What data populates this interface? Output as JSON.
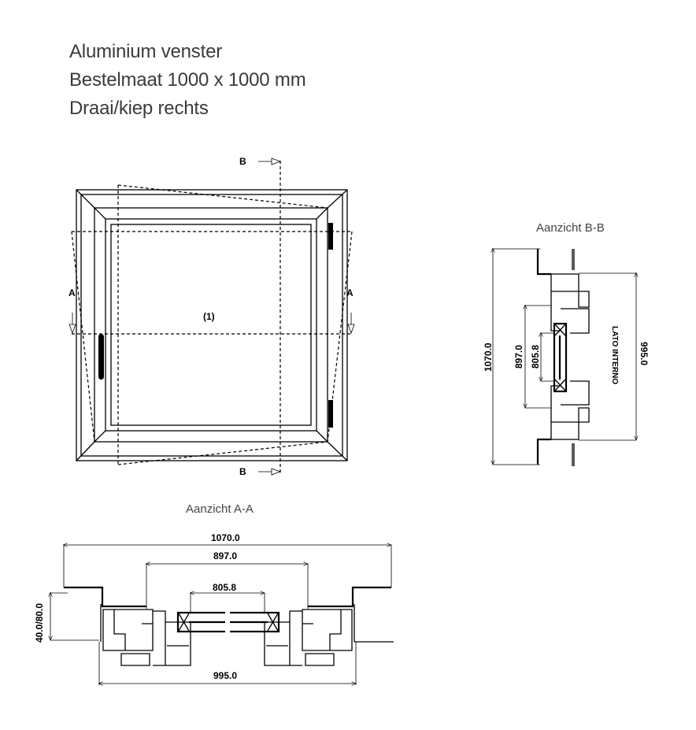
{
  "header": {
    "line1": "Aluminium venster",
    "line2": "Bestelmaat 1000 x 1000 mm",
    "line3": "Draai/kiep rechts"
  },
  "elevation": {
    "section_b": "B",
    "section_a": "A",
    "pane_label": "(1)"
  },
  "view_bb": {
    "title": "Aanzicht B-B",
    "dim_overall": "1070.0",
    "dim_opening": "897.0",
    "dim_glass": "805.8",
    "dim_frame": "995.0",
    "side_label": "LATO INTERNO"
  },
  "view_aa": {
    "title": "Aanzicht A-A",
    "dim_overall": "1070.0",
    "dim_opening": "897.0",
    "dim_glass": "805.8",
    "dim_frame": "995.0",
    "dim_depth": "40.0/80.0"
  }
}
